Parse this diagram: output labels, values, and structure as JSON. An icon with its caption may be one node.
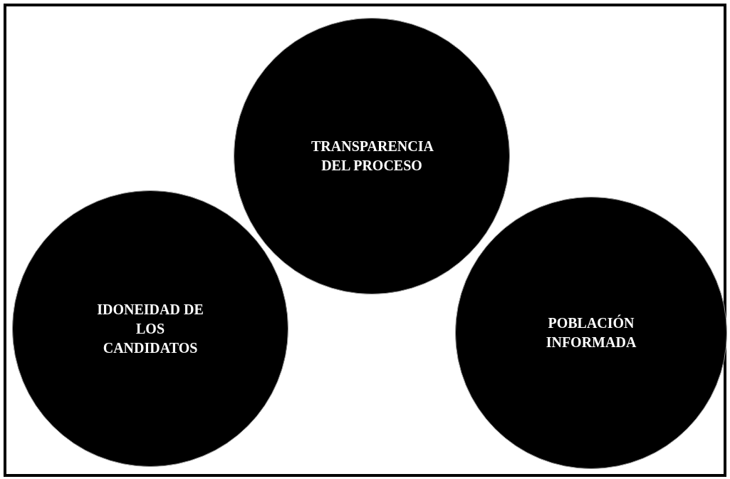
{
  "diagram": {
    "nodes": [
      {
        "text": [
          "TRANSPARENCIA DEL PROCESO"
        ]
      },
      {
        "text": [
          "IDONEIDAD DE LOS CANDIDATOS"
        ]
      },
      {
        "text": [
          "POBLACIÓN INFORMADA"
        ]
      }
    ]
  }
}
